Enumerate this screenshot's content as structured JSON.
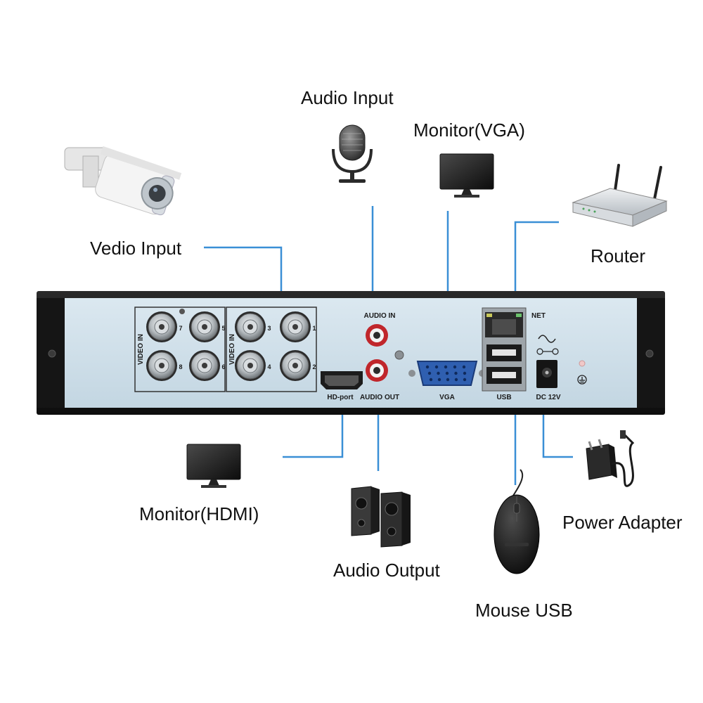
{
  "callouts": {
    "audio_input": "Audio Input",
    "monitor_vga": "Monitor(VGA)",
    "vedio_input": "Vedio Input",
    "router": "Router",
    "monitor_hdmi": "Monitor(HDMI)",
    "audio_output": "Audio Output",
    "power_adapter": "Power Adapter",
    "mouse_usb": "Mouse USB"
  },
  "panel": {
    "video_in_left": "VIDEO IN",
    "video_in_right": "VIDEO IN",
    "audio_in": "AUDIO IN",
    "hd_port": "HD-port",
    "audio_out": "AUDIO OUT",
    "vga": "VGA",
    "usb": "USB",
    "dc_12v": "DC 12V",
    "net": "NET",
    "bnc_numbers": [
      "7",
      "5",
      "3",
      "1",
      "8",
      "6",
      "4",
      "2"
    ]
  },
  "colors": {
    "leader_line": "#3a8fd6",
    "panel_face": "#cfe0ea",
    "chassis": "#1b1b1b",
    "port_metal": "#a9afb3",
    "rca_red": "#c0262b",
    "vga_blue": "#2f5fb0"
  },
  "icons": [
    "camera-icon",
    "microphone-icon",
    "monitor-icon",
    "router-icon",
    "speaker-icon",
    "mouse-icon",
    "power-adapter-icon"
  ]
}
